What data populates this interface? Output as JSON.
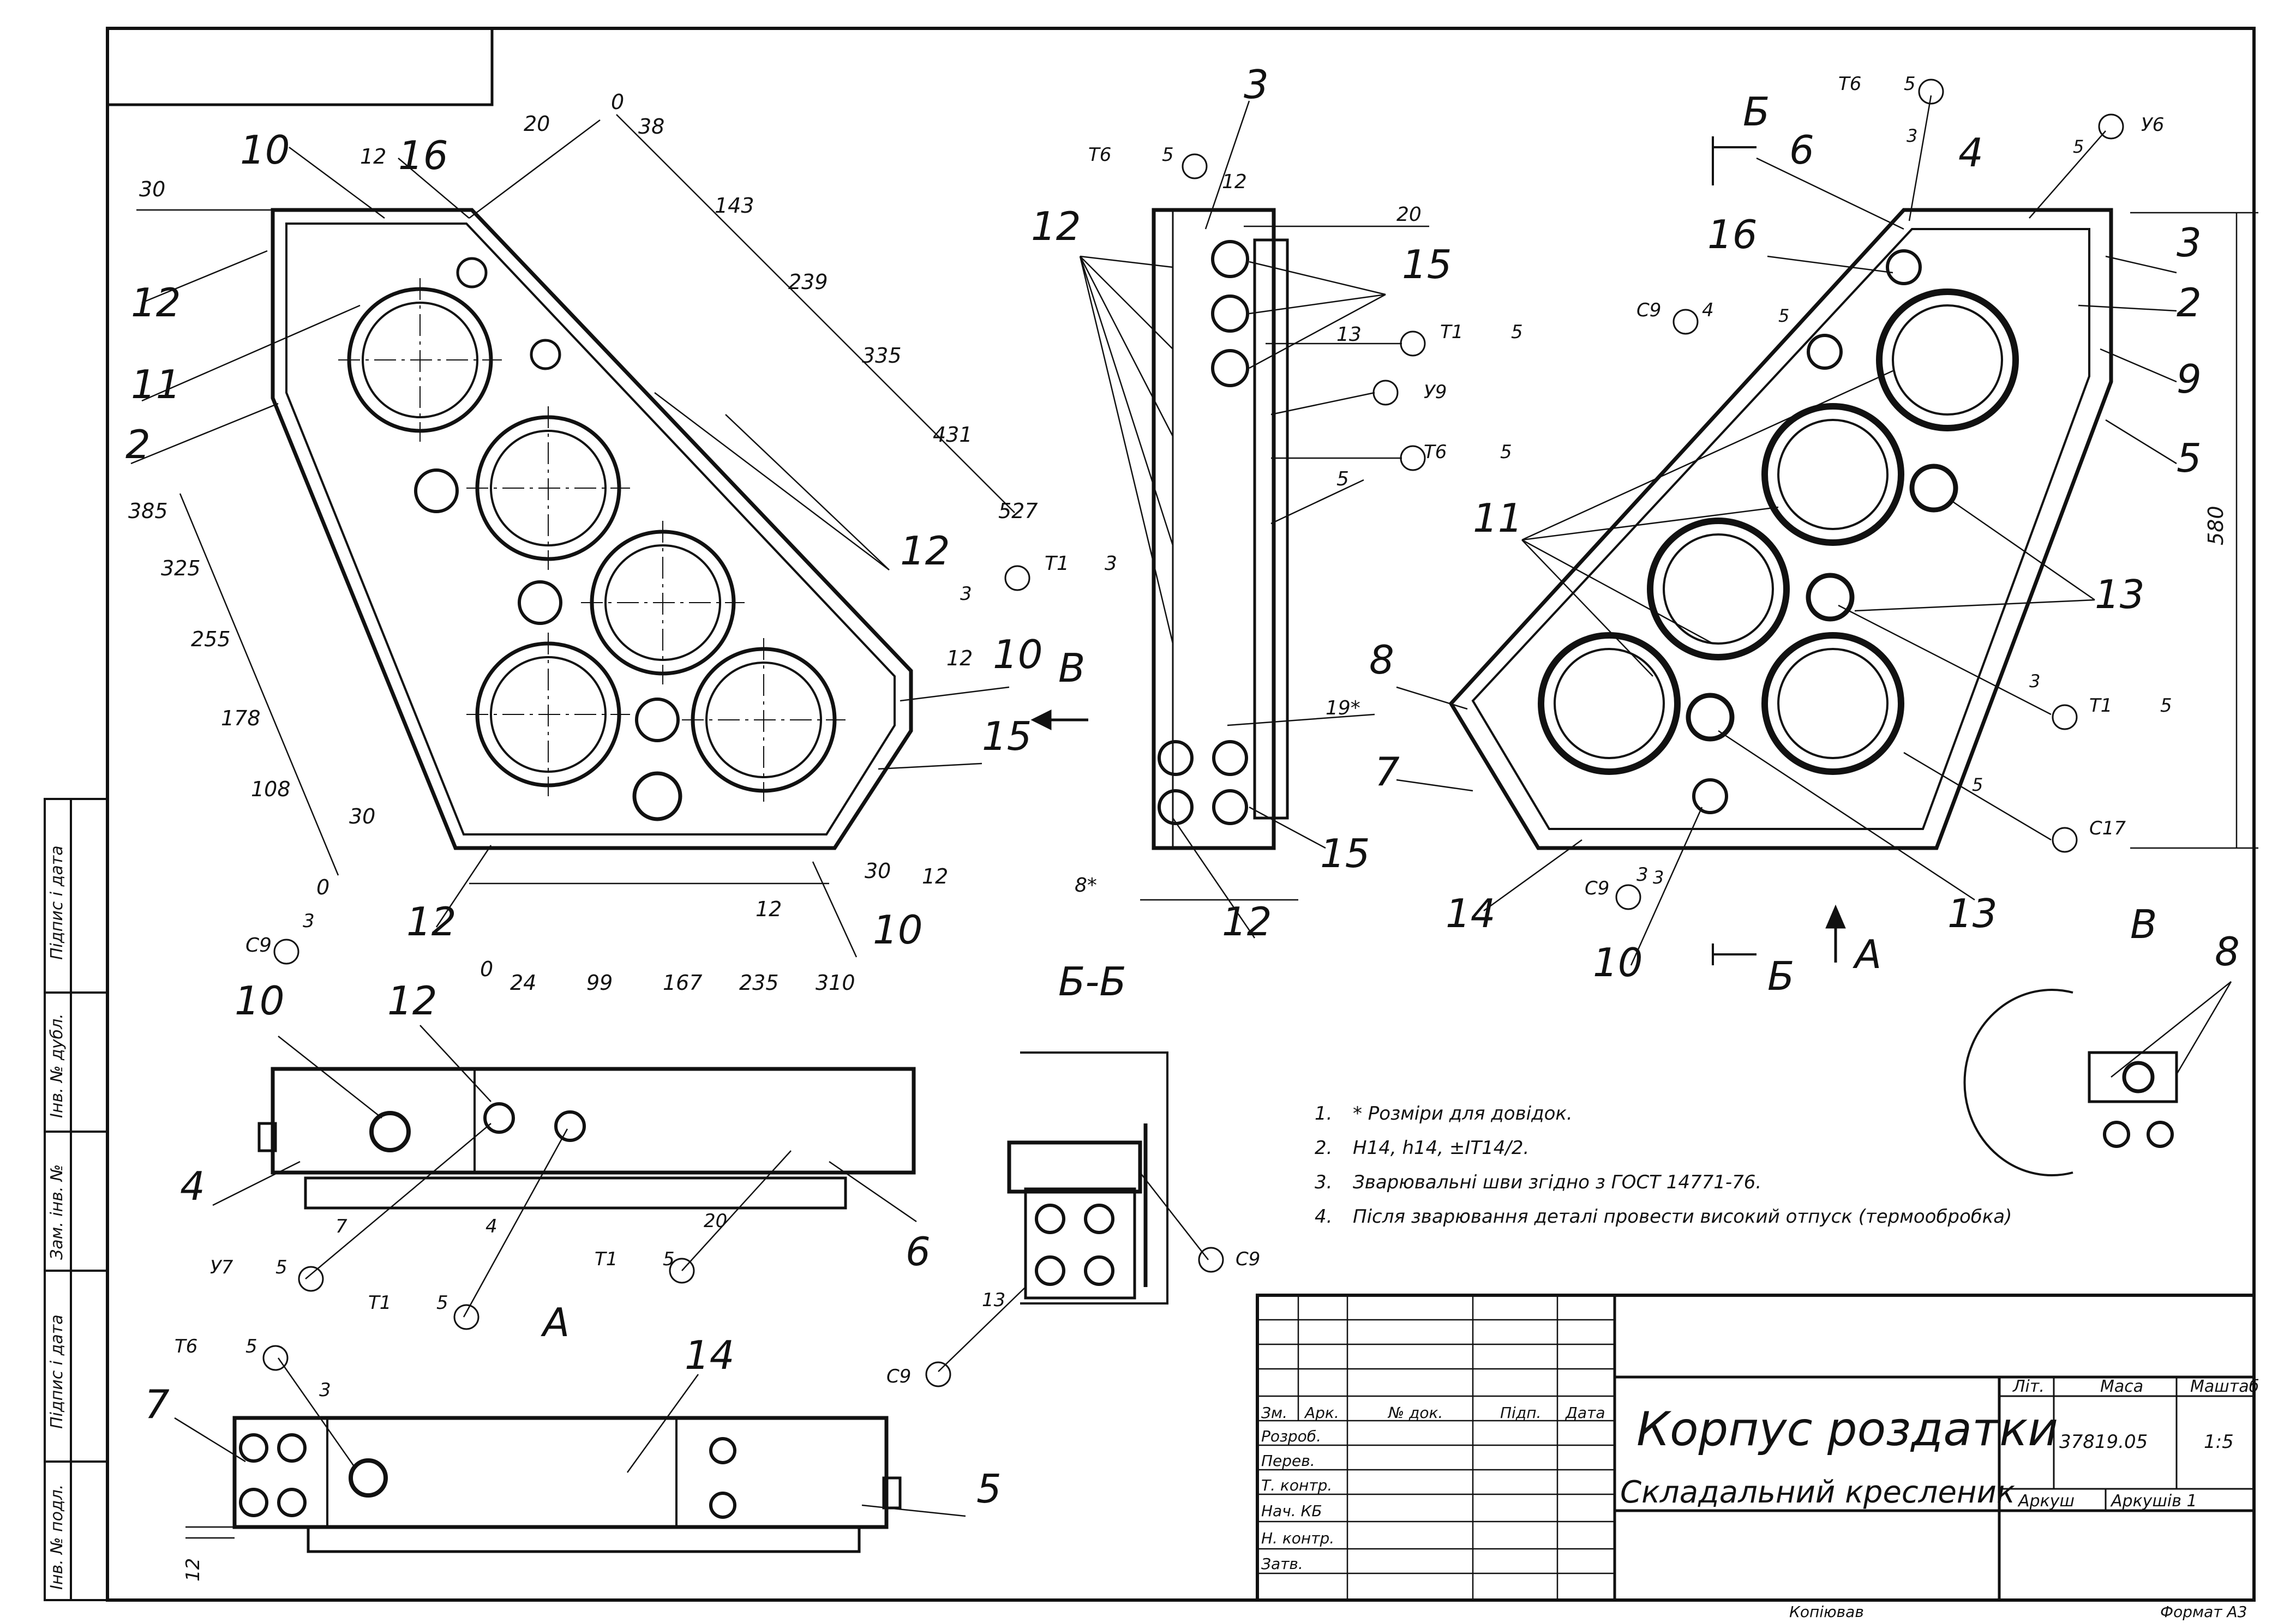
{
  "title_block": {
    "name": "Корпус роздатки",
    "doc_type": "Складальний кресленик",
    "headers": {
      "lit": "Літ.",
      "mass": "Маса",
      "scale": "Маштаб",
      "sheet": "Аркуш",
      "sheets": "Аркушів 1"
    },
    "mass_value": "37819.05",
    "scale_value": "1:5",
    "columns": {
      "zm": "Зм.",
      "ark": "Арк.",
      "doc_no": "№ док.",
      "sign": "Підп.",
      "date": "Дата"
    },
    "roles": [
      "Розроб.",
      "Перев.",
      "Т. контр.",
      "Нач. КБ",
      "Н. контр.",
      "Затв."
    ],
    "copied": "Копіював",
    "format": "Формат А3"
  },
  "side_stamp": [
    "Підпис і дата",
    "Інв. № дубл.",
    "Зам. інв. №",
    "Підпис і дата",
    "Інв. № подл."
  ],
  "notes": [
    {
      "num": "1.",
      "text": "* Розміри для довідок."
    },
    {
      "num": "2.",
      "text": "H14, h14, ±IT14/2."
    },
    {
      "num": "3.",
      "text": "Зварювальні шви згідно з ГОСТ 14771-76."
    },
    {
      "num": "4.",
      "text": "Після зварювання деталі провести високий отпуск (термообробка)"
    }
  ],
  "views": {
    "section": "Б-Б",
    "view_a": "А",
    "view_b": "В",
    "cut": "Б",
    "arrow_a": "А",
    "arrow_b": "В"
  },
  "dims_front": {
    "left": [
      "385",
      "325",
      "255",
      "178",
      "108",
      "0"
    ],
    "top": [
      "0",
      "38",
      "143",
      "239",
      "335",
      "431",
      "527"
    ],
    "bottom": [
      "0",
      "24",
      "99",
      "167",
      "235",
      "310"
    ],
    "misc": [
      "30",
      "12",
      "20",
      "30",
      "12",
      "30",
      "12",
      "12",
      "3",
      "3"
    ]
  },
  "dims_right": {
    "height": "580",
    "side": [
      "3",
      "5",
      "3",
      "5",
      "5",
      "3"
    ]
  },
  "dims_section": {
    "top": [
      "12",
      "20",
      "13",
      "5",
      "19*",
      "8*"
    ]
  },
  "weld_symbols": {
    "front": [
      "Т1",
      "3"
    ],
    "front_c9": [
      "С9",
      "3"
    ],
    "section": [
      [
        "Т6",
        "5"
      ],
      [
        "Т1",
        "5"
      ],
      [
        "У9",
        ""
      ],
      [
        "Т6",
        "5"
      ]
    ],
    "right": [
      [
        "Т6",
        "5"
      ],
      [
        "У6",
        ""
      ],
      [
        "С9",
        "4"
      ],
      [
        "Т1",
        "5"
      ],
      [
        "С17",
        ""
      ],
      [
        "С9",
        "3"
      ]
    ],
    "view_a": [
      [
        "У7",
        "5"
      ],
      [
        "Т1",
        "5"
      ],
      [
        "Т1",
        "5"
      ]
    ],
    "bottom": [
      [
        "Т6",
        "5"
      ]
    ],
    "detail": [
      [
        "С9",
        ""
      ],
      [
        "С9",
        ""
      ]
    ]
  },
  "weld_leg": {
    "a": "7",
    "b": "4",
    "c": "20",
    "d": "3",
    "e": "13"
  },
  "positions": {
    "front": [
      "10",
      "16",
      "12",
      "11",
      "2",
      "12",
      "10",
      "15",
      "12",
      "10"
    ],
    "section": [
      "3",
      "12",
      "15",
      "15",
      "12"
    ],
    "right": [
      "6",
      "4",
      "16",
      "3",
      "2",
      "9",
      "5",
      "11",
      "13",
      "8",
      "7",
      "14",
      "13",
      "10"
    ],
    "view_a": [
      "10",
      "12",
      "4",
      "6"
    ],
    "bottom": [
      "7",
      "14",
      "5"
    ],
    "view_b": [
      "8"
    ]
  },
  "bottom_dim": "12"
}
